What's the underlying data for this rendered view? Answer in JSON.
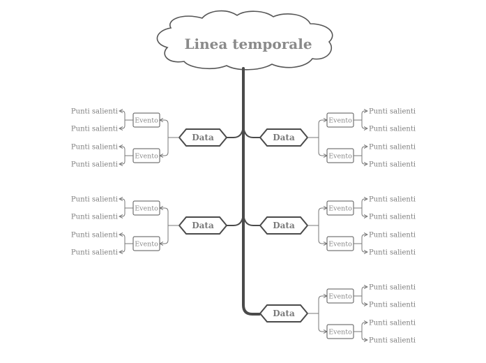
{
  "title": "Linea temporale",
  "colors": {
    "line": "#4a4a4a",
    "text": "#8a8a8a",
    "background": "#ffffff"
  },
  "date_label": "Data",
  "event_label": "Evento",
  "highlight_label": "Punti salienti",
  "branches": [
    {
      "side": "left",
      "date": "Data",
      "events": [
        {
          "label": "Evento",
          "highlights": [
            "Punti salienti",
            "Punti salienti"
          ]
        },
        {
          "label": "Evento",
          "highlights": [
            "Punti salienti",
            "Punti salienti"
          ]
        }
      ]
    },
    {
      "side": "right",
      "date": "Data",
      "events": [
        {
          "label": "Evento",
          "highlights": [
            "Punti salienti",
            "Punti salienti"
          ]
        },
        {
          "label": "Evento",
          "highlights": [
            "Punti salienti",
            "Punti salienti"
          ]
        }
      ]
    },
    {
      "side": "left",
      "date": "Data",
      "events": [
        {
          "label": "Evento",
          "highlights": [
            "Punti salienti",
            "Punti salienti"
          ]
        },
        {
          "label": "Evento",
          "highlights": [
            "Punti salienti",
            "Punti salienti"
          ]
        }
      ]
    },
    {
      "side": "right",
      "date": "Data",
      "events": [
        {
          "label": "Evento",
          "highlights": [
            "Punti salienti",
            "Punti salienti"
          ]
        },
        {
          "label": "Evento",
          "highlights": [
            "Punti salienti",
            "Punti salienti"
          ]
        }
      ]
    },
    {
      "side": "right",
      "date": "Data",
      "events": [
        {
          "label": "Evento",
          "highlights": [
            "Punti salienti",
            "Punti salienti"
          ]
        },
        {
          "label": "Evento",
          "highlights": [
            "Punti salienti",
            "Punti salienti"
          ]
        }
      ]
    }
  ]
}
